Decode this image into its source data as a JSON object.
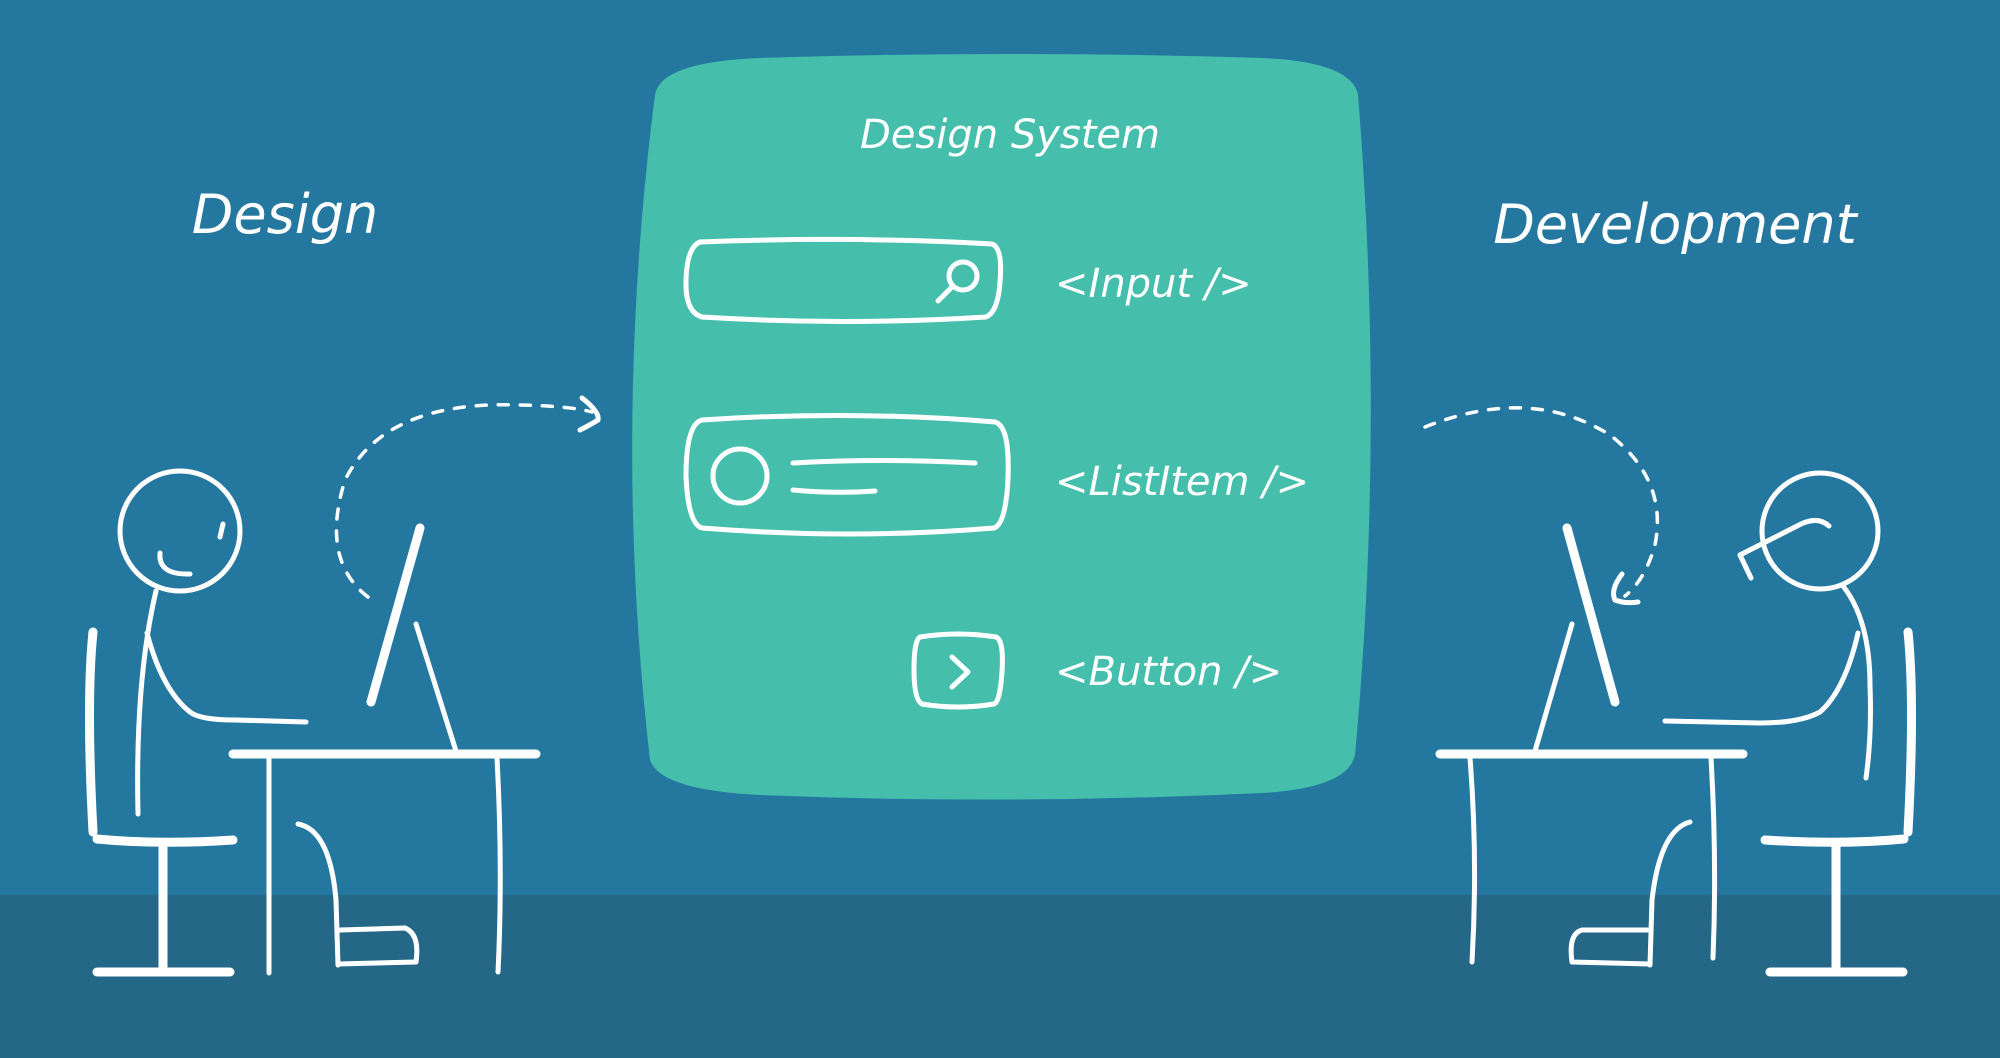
{
  "labels": {
    "design": "Design",
    "development": "Development",
    "design_system": "Design System"
  },
  "components": {
    "input": "<Input />",
    "list_item": "<ListItem />",
    "button": "<Button />"
  },
  "colors": {
    "background": "#2478a0",
    "floor": "#256787",
    "panel": "#45bfab",
    "line": "#ffffff"
  },
  "icons": {
    "input_icon": "search-icon",
    "list_item_icon": "circle-avatar-icon",
    "button_icon": "chevron-right-icon"
  }
}
